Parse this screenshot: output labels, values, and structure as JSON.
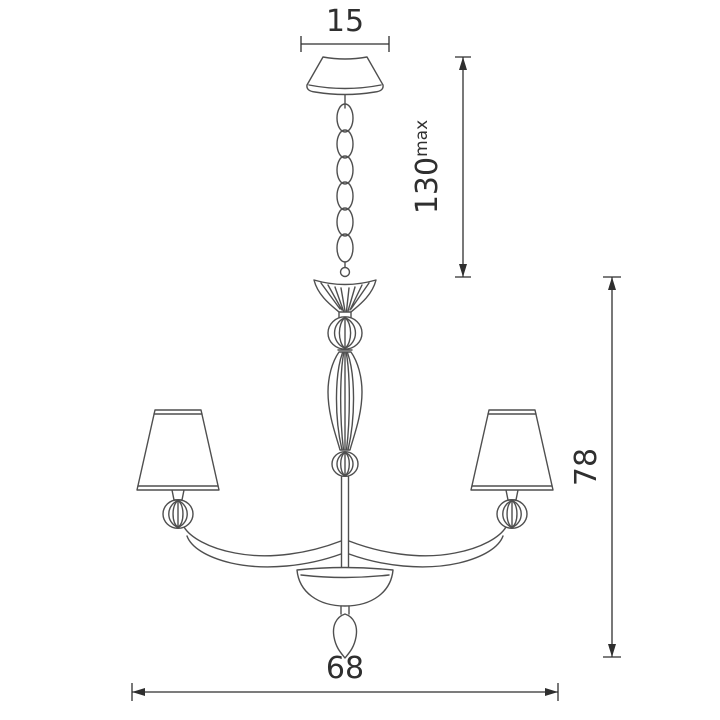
{
  "drawing": {
    "dimensions": {
      "canopy_width": "15",
      "suspension_height": "130",
      "suspension_height_suffix": "max",
      "fixture_height": "78",
      "fixture_width": "68"
    },
    "colors": {
      "outline": "#4f4f4f",
      "dimension": "#2f2f2f",
      "background": "#ffffff"
    }
  }
}
